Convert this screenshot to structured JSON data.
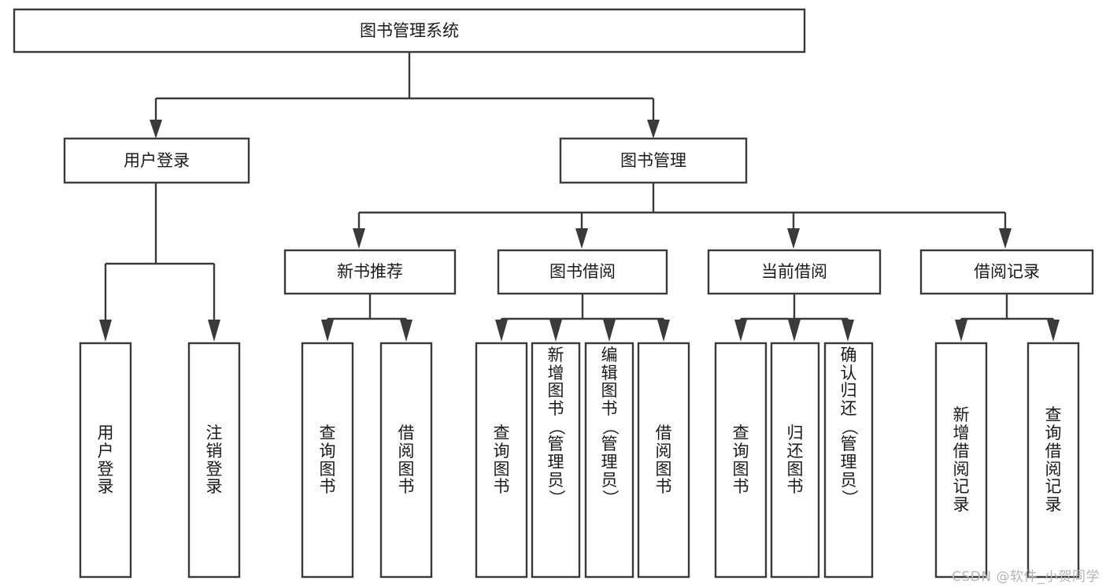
{
  "diagram": {
    "type": "hierarchy-tree",
    "title": "图书管理系统",
    "watermark": "CSDN @软件_小贺同学",
    "colors": {
      "stroke": "#3a3a3a",
      "box_fill": "#ffffff",
      "text": "#1a1a1a",
      "background": "#ffffff",
      "watermark": "#b5b5b5"
    },
    "root": {
      "label": "图书管理系统"
    },
    "level2": [
      {
        "label": "用户登录"
      },
      {
        "label": "图书管理"
      }
    ],
    "level3": [
      {
        "label": "新书推荐"
      },
      {
        "label": "图书借阅"
      },
      {
        "label": "当前借阅"
      },
      {
        "label": "借阅记录"
      }
    ],
    "leaves": {
      "user_login": [
        {
          "label": "用户登录"
        },
        {
          "label": "注销登录"
        }
      ],
      "new_book_recommend": [
        {
          "label": "查询图书"
        },
        {
          "label": "借阅图书"
        }
      ],
      "book_borrow": [
        {
          "label": "查询图书"
        },
        {
          "label": "新增图书（管理员）"
        },
        {
          "label": "编辑图书（管理员）"
        },
        {
          "label": "借阅图书"
        }
      ],
      "current_borrow": [
        {
          "label": "查询图书"
        },
        {
          "label": "归还图书"
        },
        {
          "label": "确认归还（管理员）"
        }
      ],
      "borrow_record": [
        {
          "label": "新增借阅记录"
        },
        {
          "label": "查询借阅记录"
        }
      ]
    }
  }
}
